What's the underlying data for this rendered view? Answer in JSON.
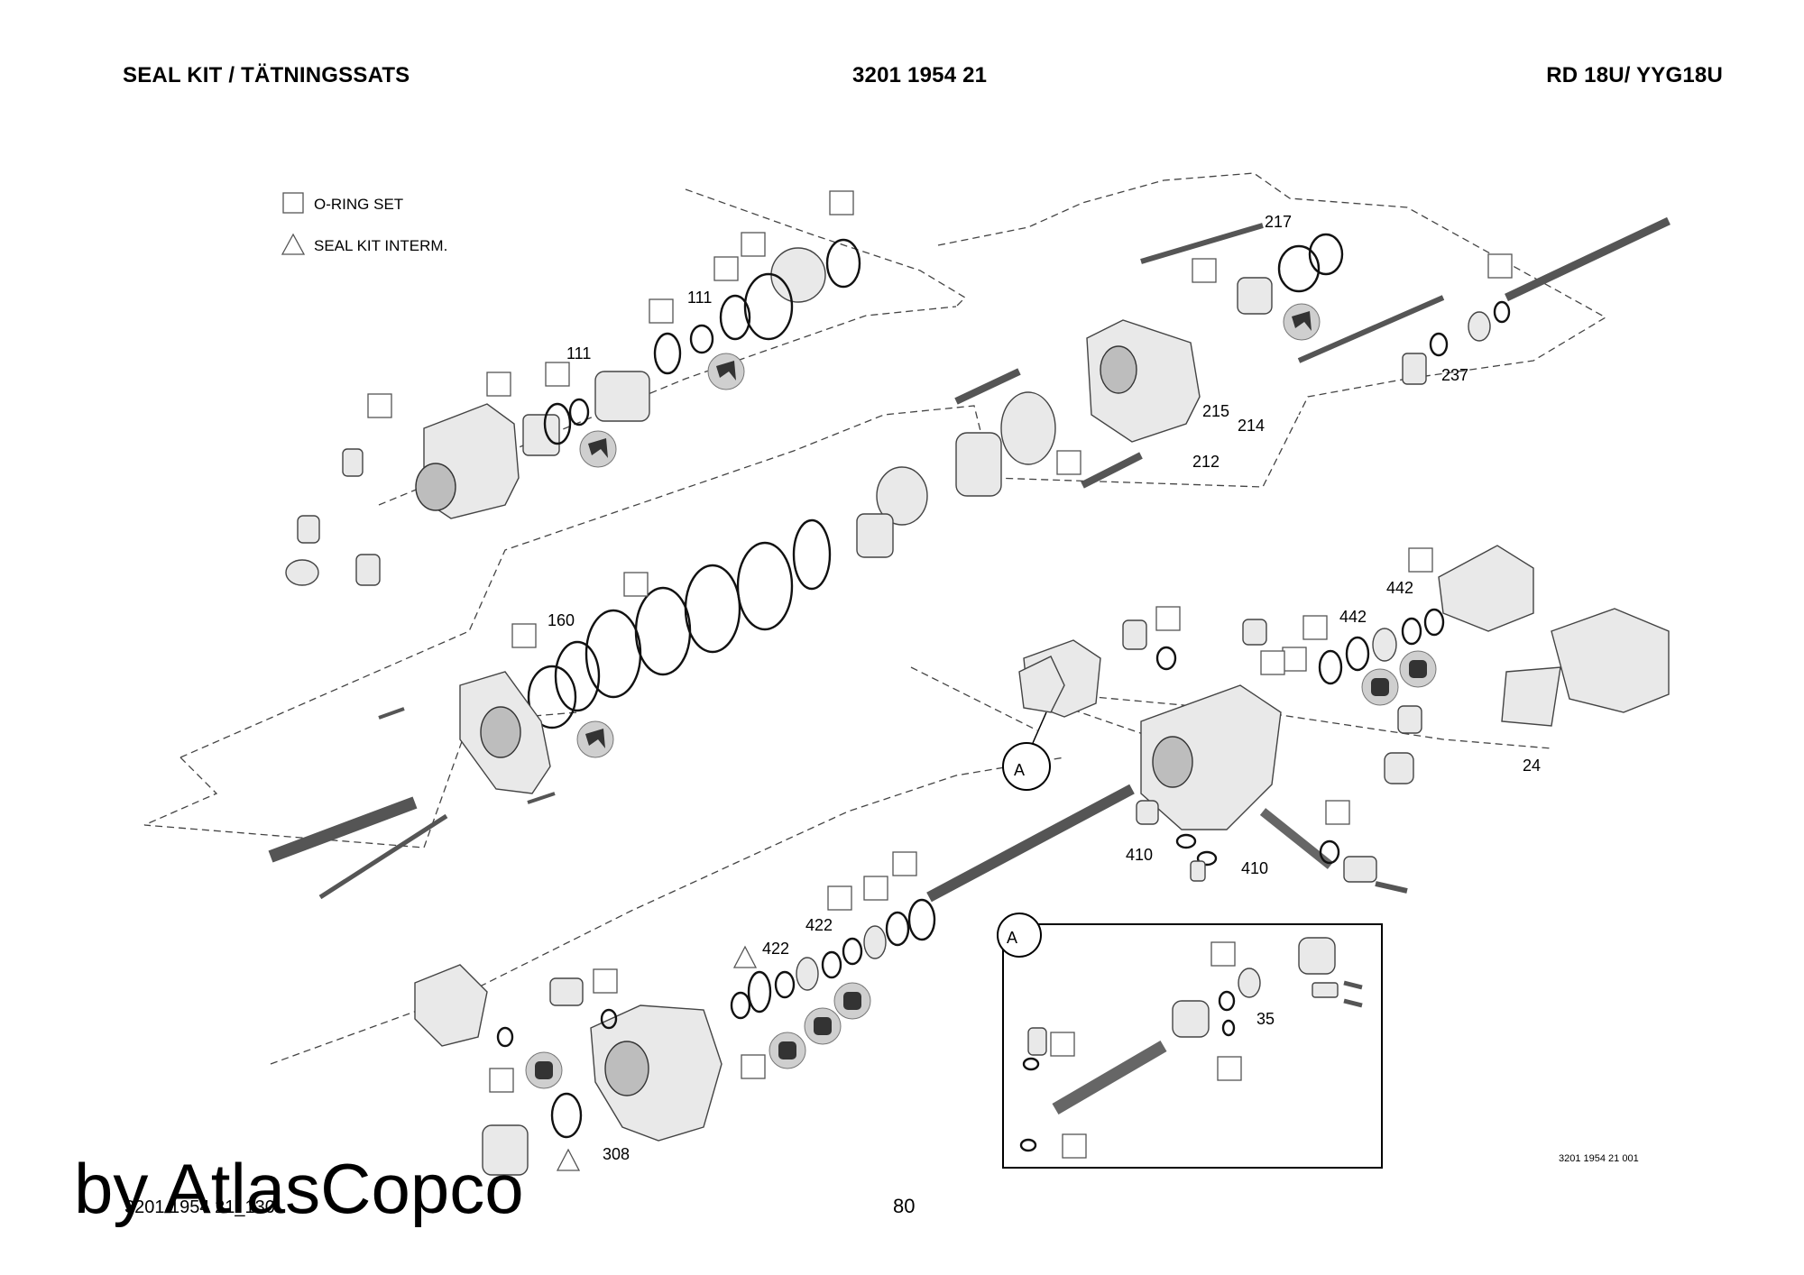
{
  "header": {
    "title": "SEAL KIT / TÄTNINGSSATS",
    "part_number": "3201 1954 21",
    "model": "RD 18U/ YYG18U"
  },
  "legend": {
    "oring_set": "O-RING SET",
    "seal_kit_interm": "SEAL KIT INTERM."
  },
  "callouts": {
    "c111a": "111",
    "c111b": "111",
    "c217": "217",
    "c237": "237",
    "c215": "215",
    "c214": "214",
    "c212": "212",
    "c160": "160",
    "c442a": "442",
    "c442b": "442",
    "c24": "24",
    "c410a": "410",
    "c410b": "410",
    "c422a": "422",
    "c422b": "422",
    "c308": "308",
    "c35": "35",
    "refA1": "A",
    "refA2": "A"
  },
  "drawing_number": "3201 1954 21 001",
  "page_number": "80",
  "footer_code": "3201 1954 21_130",
  "watermark": "by AtlasCopco"
}
